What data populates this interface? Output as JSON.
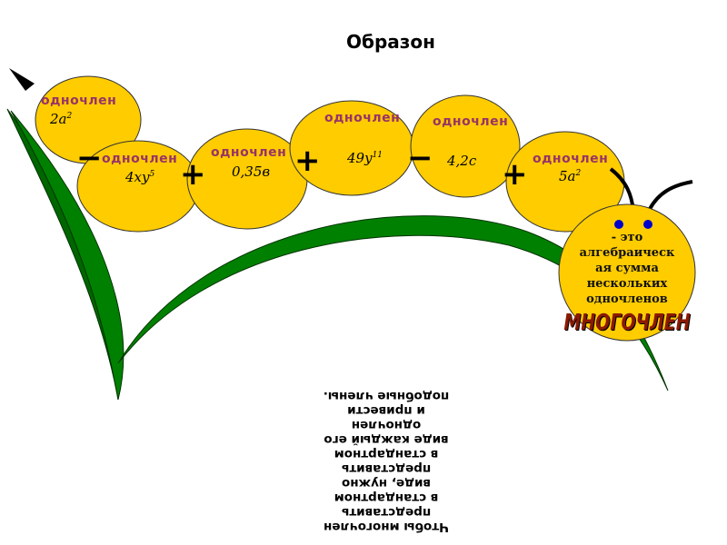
{
  "title": "Образон",
  "monomials": [
    {
      "label": "одночлен",
      "value": "2a",
      "exp": "2"
    },
    {
      "label": "одночлен",
      "value": "4xy",
      "exp": "5"
    },
    {
      "label": "одночлен",
      "value": "0,35в",
      "exp": ""
    },
    {
      "label": "одночлен",
      "value": "49y",
      "exp": "11"
    },
    {
      "label": "одночлен",
      "value": "4,2c",
      "exp": ""
    },
    {
      "label": "одночлен",
      "value": "5a",
      "exp": "2"
    }
  ],
  "operators": [
    "−",
    "+",
    "+",
    "−",
    "+"
  ],
  "rule_lines": [
    "Чтобы многочлен",
    "представить",
    "в стандартном",
    "виде, нужно",
    "представить",
    "в стандартном",
    "виде каждый его",
    "одночлен",
    "и привести",
    "подобные члены."
  ],
  "definition_lines": [
    "- это",
    "алгебраическ",
    "ая сумма",
    "нескольких",
    "одночленов"
  ],
  "term": "МНОГОЧЛЕН",
  "colors": {
    "bubble": "#FFCC00",
    "stem": "#008000",
    "label": "#993366",
    "eyes": "#0000CC"
  }
}
